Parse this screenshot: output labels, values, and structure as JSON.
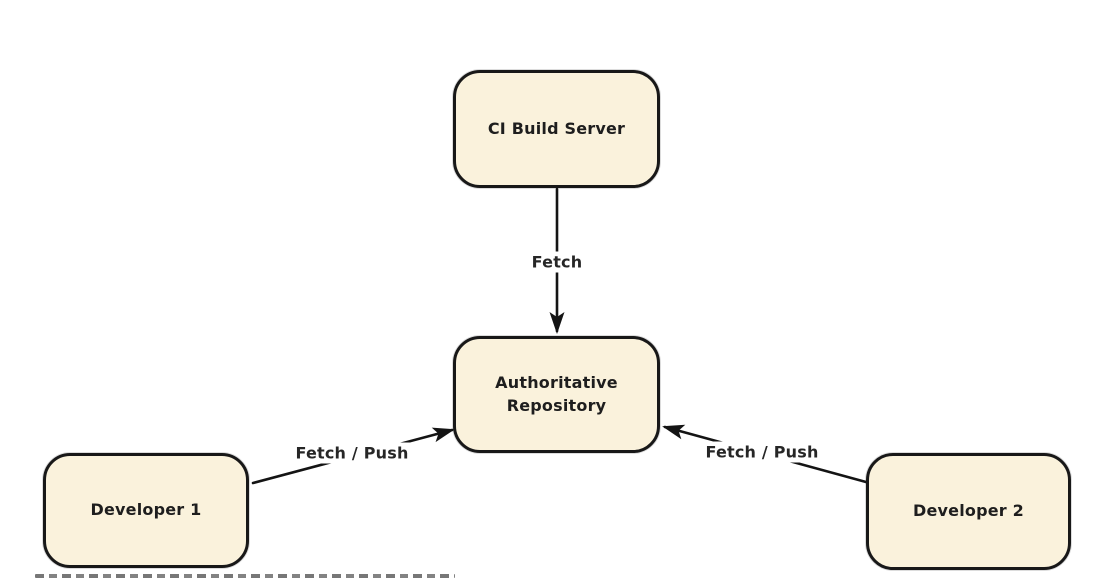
{
  "diagram": {
    "background_color": "#ffffff",
    "node_fill_color": "#faf2dc",
    "node_border_color": "#181818",
    "arrow_color": "#141414",
    "text_color": "#1e1e1e",
    "nodes": [
      {
        "id": "ci-build-server",
        "label": "CI Build Server"
      },
      {
        "id": "authoritative-repository",
        "label": "Authoritative Repository"
      },
      {
        "id": "developer-1",
        "label": "Developer 1"
      },
      {
        "id": "developer-2",
        "label": "Developer 2"
      }
    ],
    "edges": [
      {
        "from": "ci-build-server",
        "to": "authoritative-repository",
        "label": "Fetch",
        "direction": "down"
      },
      {
        "from": "developer-1",
        "to": "authoritative-repository",
        "label": "Fetch / Push",
        "direction": "up-right"
      },
      {
        "from": "developer-2",
        "to": "authoritative-repository",
        "label": "Fetch / Push",
        "direction": "up-left"
      }
    ]
  }
}
